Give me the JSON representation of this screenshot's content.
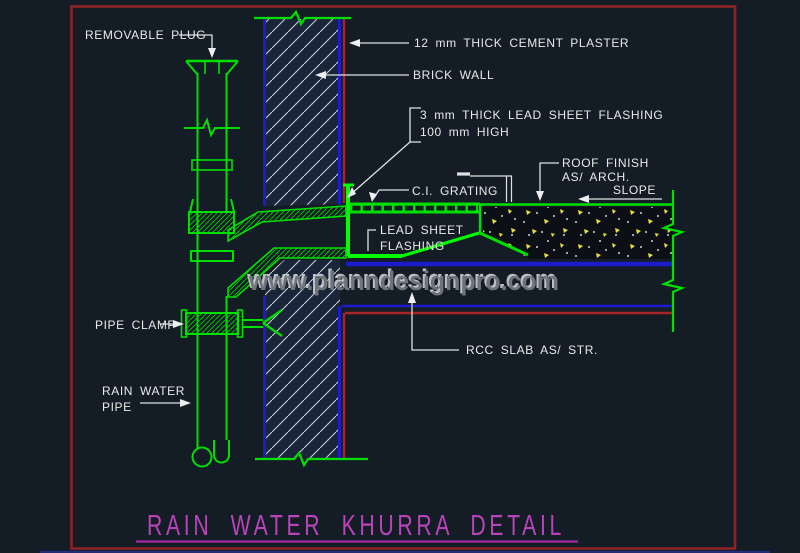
{
  "drawing": {
    "title": "RAIN WATER KHURRA DETAIL",
    "watermark": "www.planndesignpro.com",
    "labels": {
      "removable_plug": "REMOVABLE PLUG",
      "cement_plaster": "12 mm THICK CEMENT PLASTER",
      "brick_wall": "BRICK WALL",
      "flashing_note_1": "3 mm THICK LEAD SHEET FLASHING",
      "flashing_note_2": "100 mm HIGH",
      "ci_grating": "C.I. GRATING",
      "roof_finish_1": "ROOF FINISH",
      "roof_finish_2": "AS/ ARCH.",
      "slope": "SLOPE",
      "lead_sheet_1": "LEAD SHEET",
      "lead_sheet_2": "FLASHING",
      "pipe_clamp": "PIPE CLAMP",
      "rain_water_1": "RAIN WATER",
      "rain_water_2": "PIPE",
      "rcc_slab": "RCC SLAB AS/ STR."
    },
    "colors": {
      "background": "#141c26",
      "border_red": "#8c2326",
      "cad_green": "#00e000",
      "wall_blue": "#1c1ccd",
      "plaster_red": "#a82428",
      "title_magenta": "#b944b9",
      "speck_yellow": "#e6e03e",
      "text_white": "#e9e9e9",
      "watermark_gray": "#6f737a"
    }
  }
}
